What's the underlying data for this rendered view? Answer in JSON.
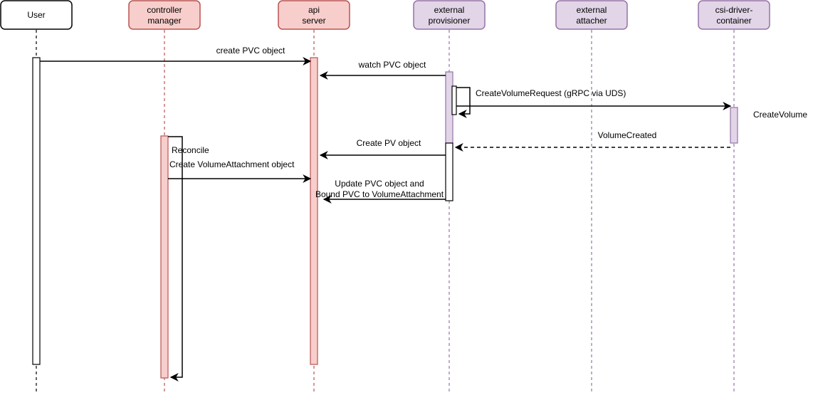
{
  "participants": [
    {
      "id": "user",
      "lines": [
        "User"
      ],
      "fill": "#ffffff",
      "stroke": "#000000"
    },
    {
      "id": "controller",
      "lines": [
        "controller",
        "manager"
      ],
      "fill": "#f8cecc",
      "stroke": "#b85450"
    },
    {
      "id": "api",
      "lines": [
        "api",
        "server"
      ],
      "fill": "#f8cecc",
      "stroke": "#b85450"
    },
    {
      "id": "provisioner",
      "lines": [
        "external",
        "provisioner"
      ],
      "fill": "#e1d5e7",
      "stroke": "#9673a6"
    },
    {
      "id": "attacher",
      "lines": [
        "external",
        "attacher"
      ],
      "fill": "#e1d5e7",
      "stroke": "#9673a6"
    },
    {
      "id": "csi",
      "lines": [
        "csi-driver-",
        "container"
      ],
      "fill": "#e1d5e7",
      "stroke": "#9673a6"
    }
  ],
  "messages": [
    {
      "id": "create-pvc",
      "text": "create PVC object"
    },
    {
      "id": "watch-pvc",
      "text": "watch PVC object"
    },
    {
      "id": "create-volume-request",
      "text": "CreateVolumeRequest (gRPC via UDS)"
    },
    {
      "id": "create-volume",
      "text": "CreateVolume"
    },
    {
      "id": "volume-created",
      "text": "VolumeCreated"
    },
    {
      "id": "create-pv",
      "text": "Create PV object"
    },
    {
      "id": "reconcile",
      "text": "Reconcile"
    },
    {
      "id": "create-va",
      "text": "Create VolumeAttachment object"
    },
    {
      "id": "update-pvc",
      "lines": [
        "Update PVC object and",
        "Bound PVC to VolumeAttachment"
      ]
    }
  ]
}
